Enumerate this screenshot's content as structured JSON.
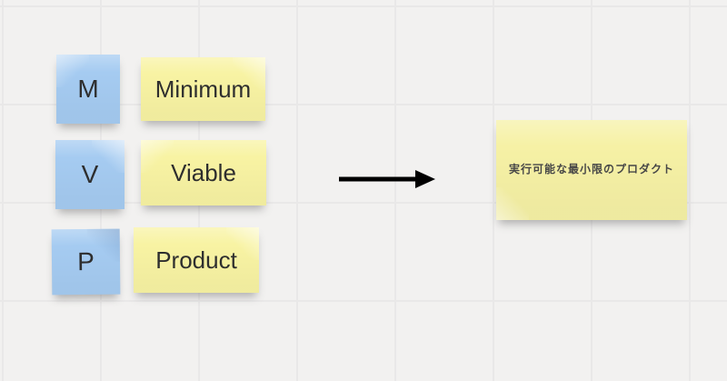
{
  "canvas": {
    "background_color": "#f2f1f0",
    "grid_line_color": "#e9e8e8"
  },
  "notes": [
    {
      "id": "m",
      "text": "M",
      "color": "#a5cbf1",
      "text_color": "#2e2e2e"
    },
    {
      "id": "minimum",
      "text": "Minimum",
      "color": "#f8f3a3",
      "text_color": "#2e2e2e"
    },
    {
      "id": "v",
      "text": "V",
      "color": "#a5cbf1",
      "text_color": "#2e2e2e"
    },
    {
      "id": "viable",
      "text": "Viable",
      "color": "#f8f3a3",
      "text_color": "#2e2e2e"
    },
    {
      "id": "p",
      "text": "P",
      "color": "#a5cbf1",
      "text_color": "#2e2e2e"
    },
    {
      "id": "product",
      "text": "Product",
      "color": "#f8f3a3",
      "text_color": "#2e2e2e"
    },
    {
      "id": "mvp-japanese",
      "text": "実行可能な最小限のプロダクト",
      "color": "#f6f1a5",
      "text_color": "#474747"
    }
  ],
  "arrow": {
    "direction": "right",
    "color": "#000000"
  }
}
